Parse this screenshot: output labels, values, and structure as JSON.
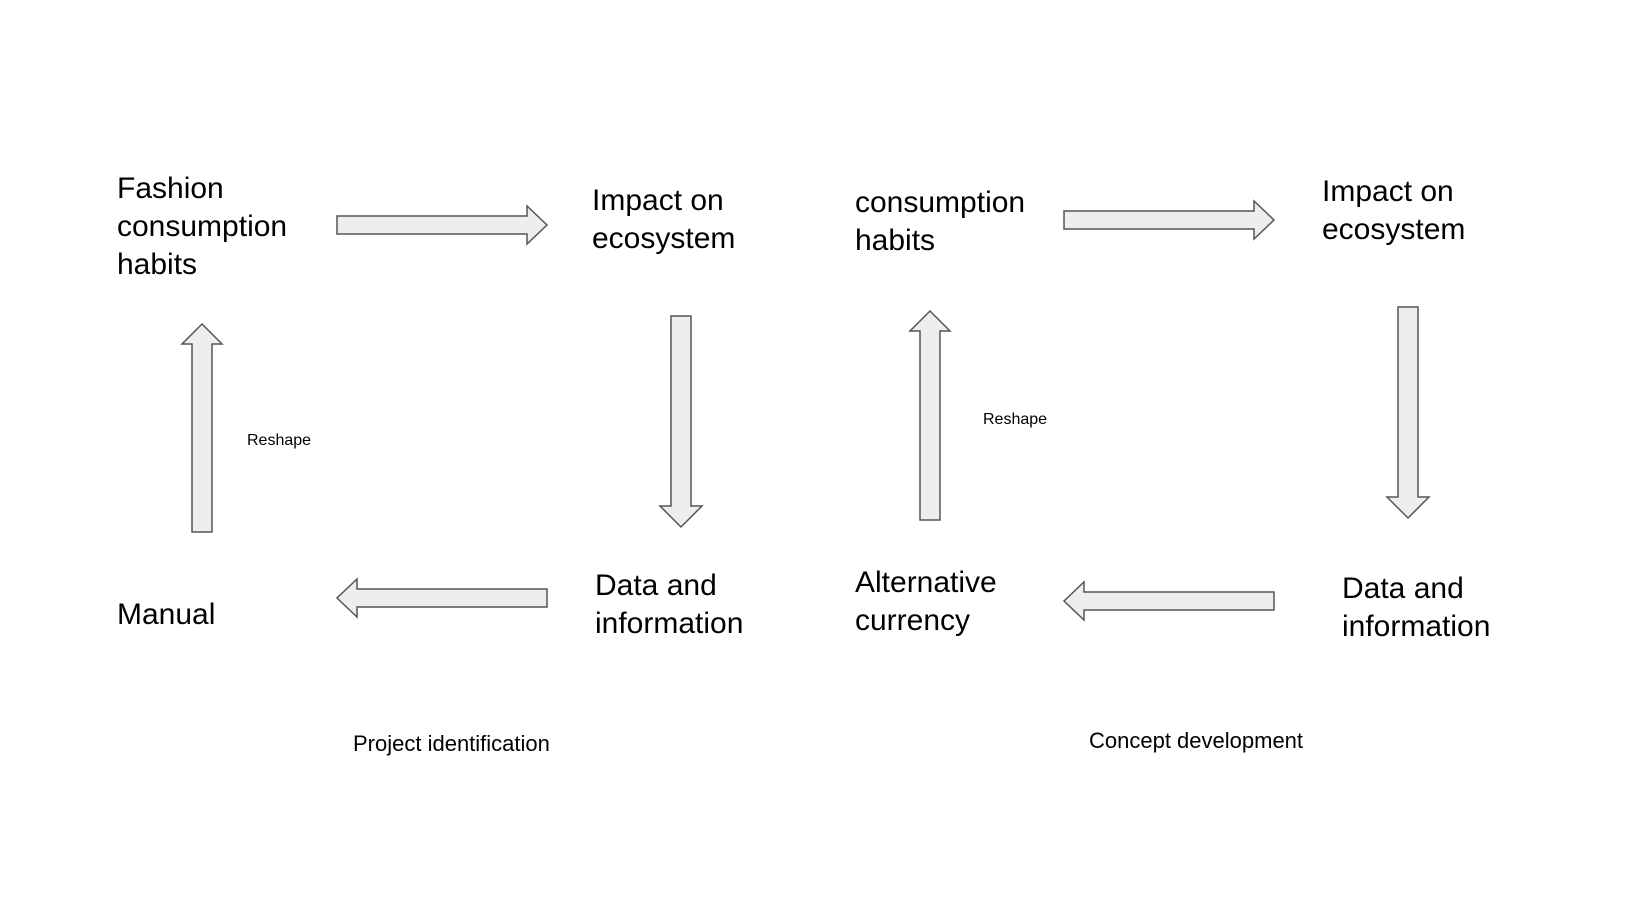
{
  "colors": {
    "arrow_fill": "#eeeeee",
    "arrow_stroke": "#555555",
    "text": "#000000",
    "background": "#ffffff"
  },
  "left": {
    "top_left": [
      "Fashion",
      "consumption",
      "habits"
    ],
    "top_right": [
      "Impact on",
      "ecosystem"
    ],
    "bottom_right": [
      "Data and",
      "information"
    ],
    "bottom_left": [
      "Manual"
    ],
    "edge_label": "Reshape",
    "caption": "Project identification"
  },
  "right": {
    "top_left": [
      "consumption",
      "habits"
    ],
    "top_right": [
      "Impact on",
      "ecosystem"
    ],
    "bottom_right": [
      "Data and",
      "information"
    ],
    "bottom_left": [
      "Alternative",
      "currency"
    ],
    "edge_label": "Reshape",
    "caption": "Concept development"
  },
  "arrows": [
    {
      "from": "left.top_left",
      "to": "left.top_right",
      "direction": "right"
    },
    {
      "from": "left.top_right",
      "to": "left.bottom_right",
      "direction": "down"
    },
    {
      "from": "left.bottom_right",
      "to": "left.bottom_left",
      "direction": "left"
    },
    {
      "from": "left.bottom_left",
      "to": "left.top_left",
      "direction": "up"
    },
    {
      "from": "right.top_left",
      "to": "right.top_right",
      "direction": "right"
    },
    {
      "from": "right.top_right",
      "to": "right.bottom_right",
      "direction": "down"
    },
    {
      "from": "right.bottom_right",
      "to": "right.bottom_left",
      "direction": "left"
    },
    {
      "from": "right.bottom_left",
      "to": "right.top_left",
      "direction": "up"
    }
  ]
}
